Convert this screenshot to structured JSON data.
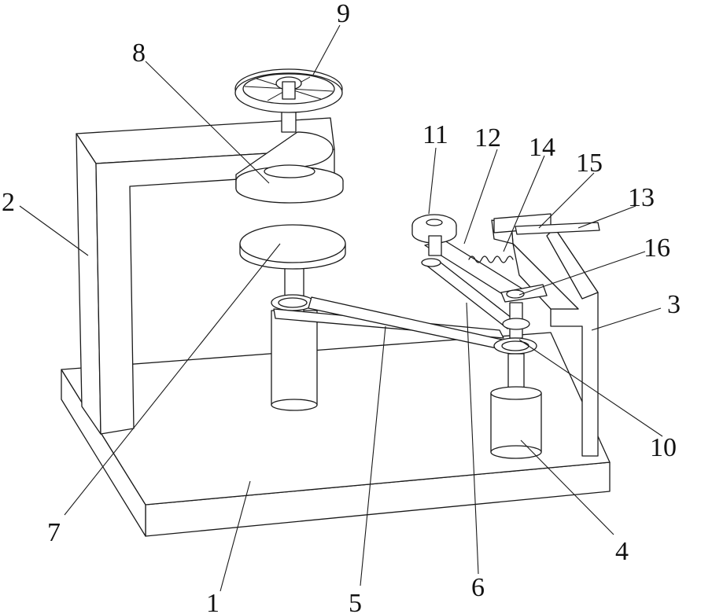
{
  "labels": [
    {
      "id": "1",
      "text": "1"
    },
    {
      "id": "2",
      "text": "2"
    },
    {
      "id": "3",
      "text": "3"
    },
    {
      "id": "4",
      "text": "4"
    },
    {
      "id": "5",
      "text": "5"
    },
    {
      "id": "6",
      "text": "6"
    },
    {
      "id": "7",
      "text": "7"
    },
    {
      "id": "8",
      "text": "8"
    },
    {
      "id": "9",
      "text": "9"
    },
    {
      "id": "10",
      "text": "10"
    },
    {
      "id": "11",
      "text": "11"
    },
    {
      "id": "12",
      "text": "12"
    },
    {
      "id": "13",
      "text": "13"
    },
    {
      "id": "14",
      "text": "14"
    },
    {
      "id": "15",
      "text": "15"
    },
    {
      "id": "16",
      "text": "16"
    }
  ]
}
